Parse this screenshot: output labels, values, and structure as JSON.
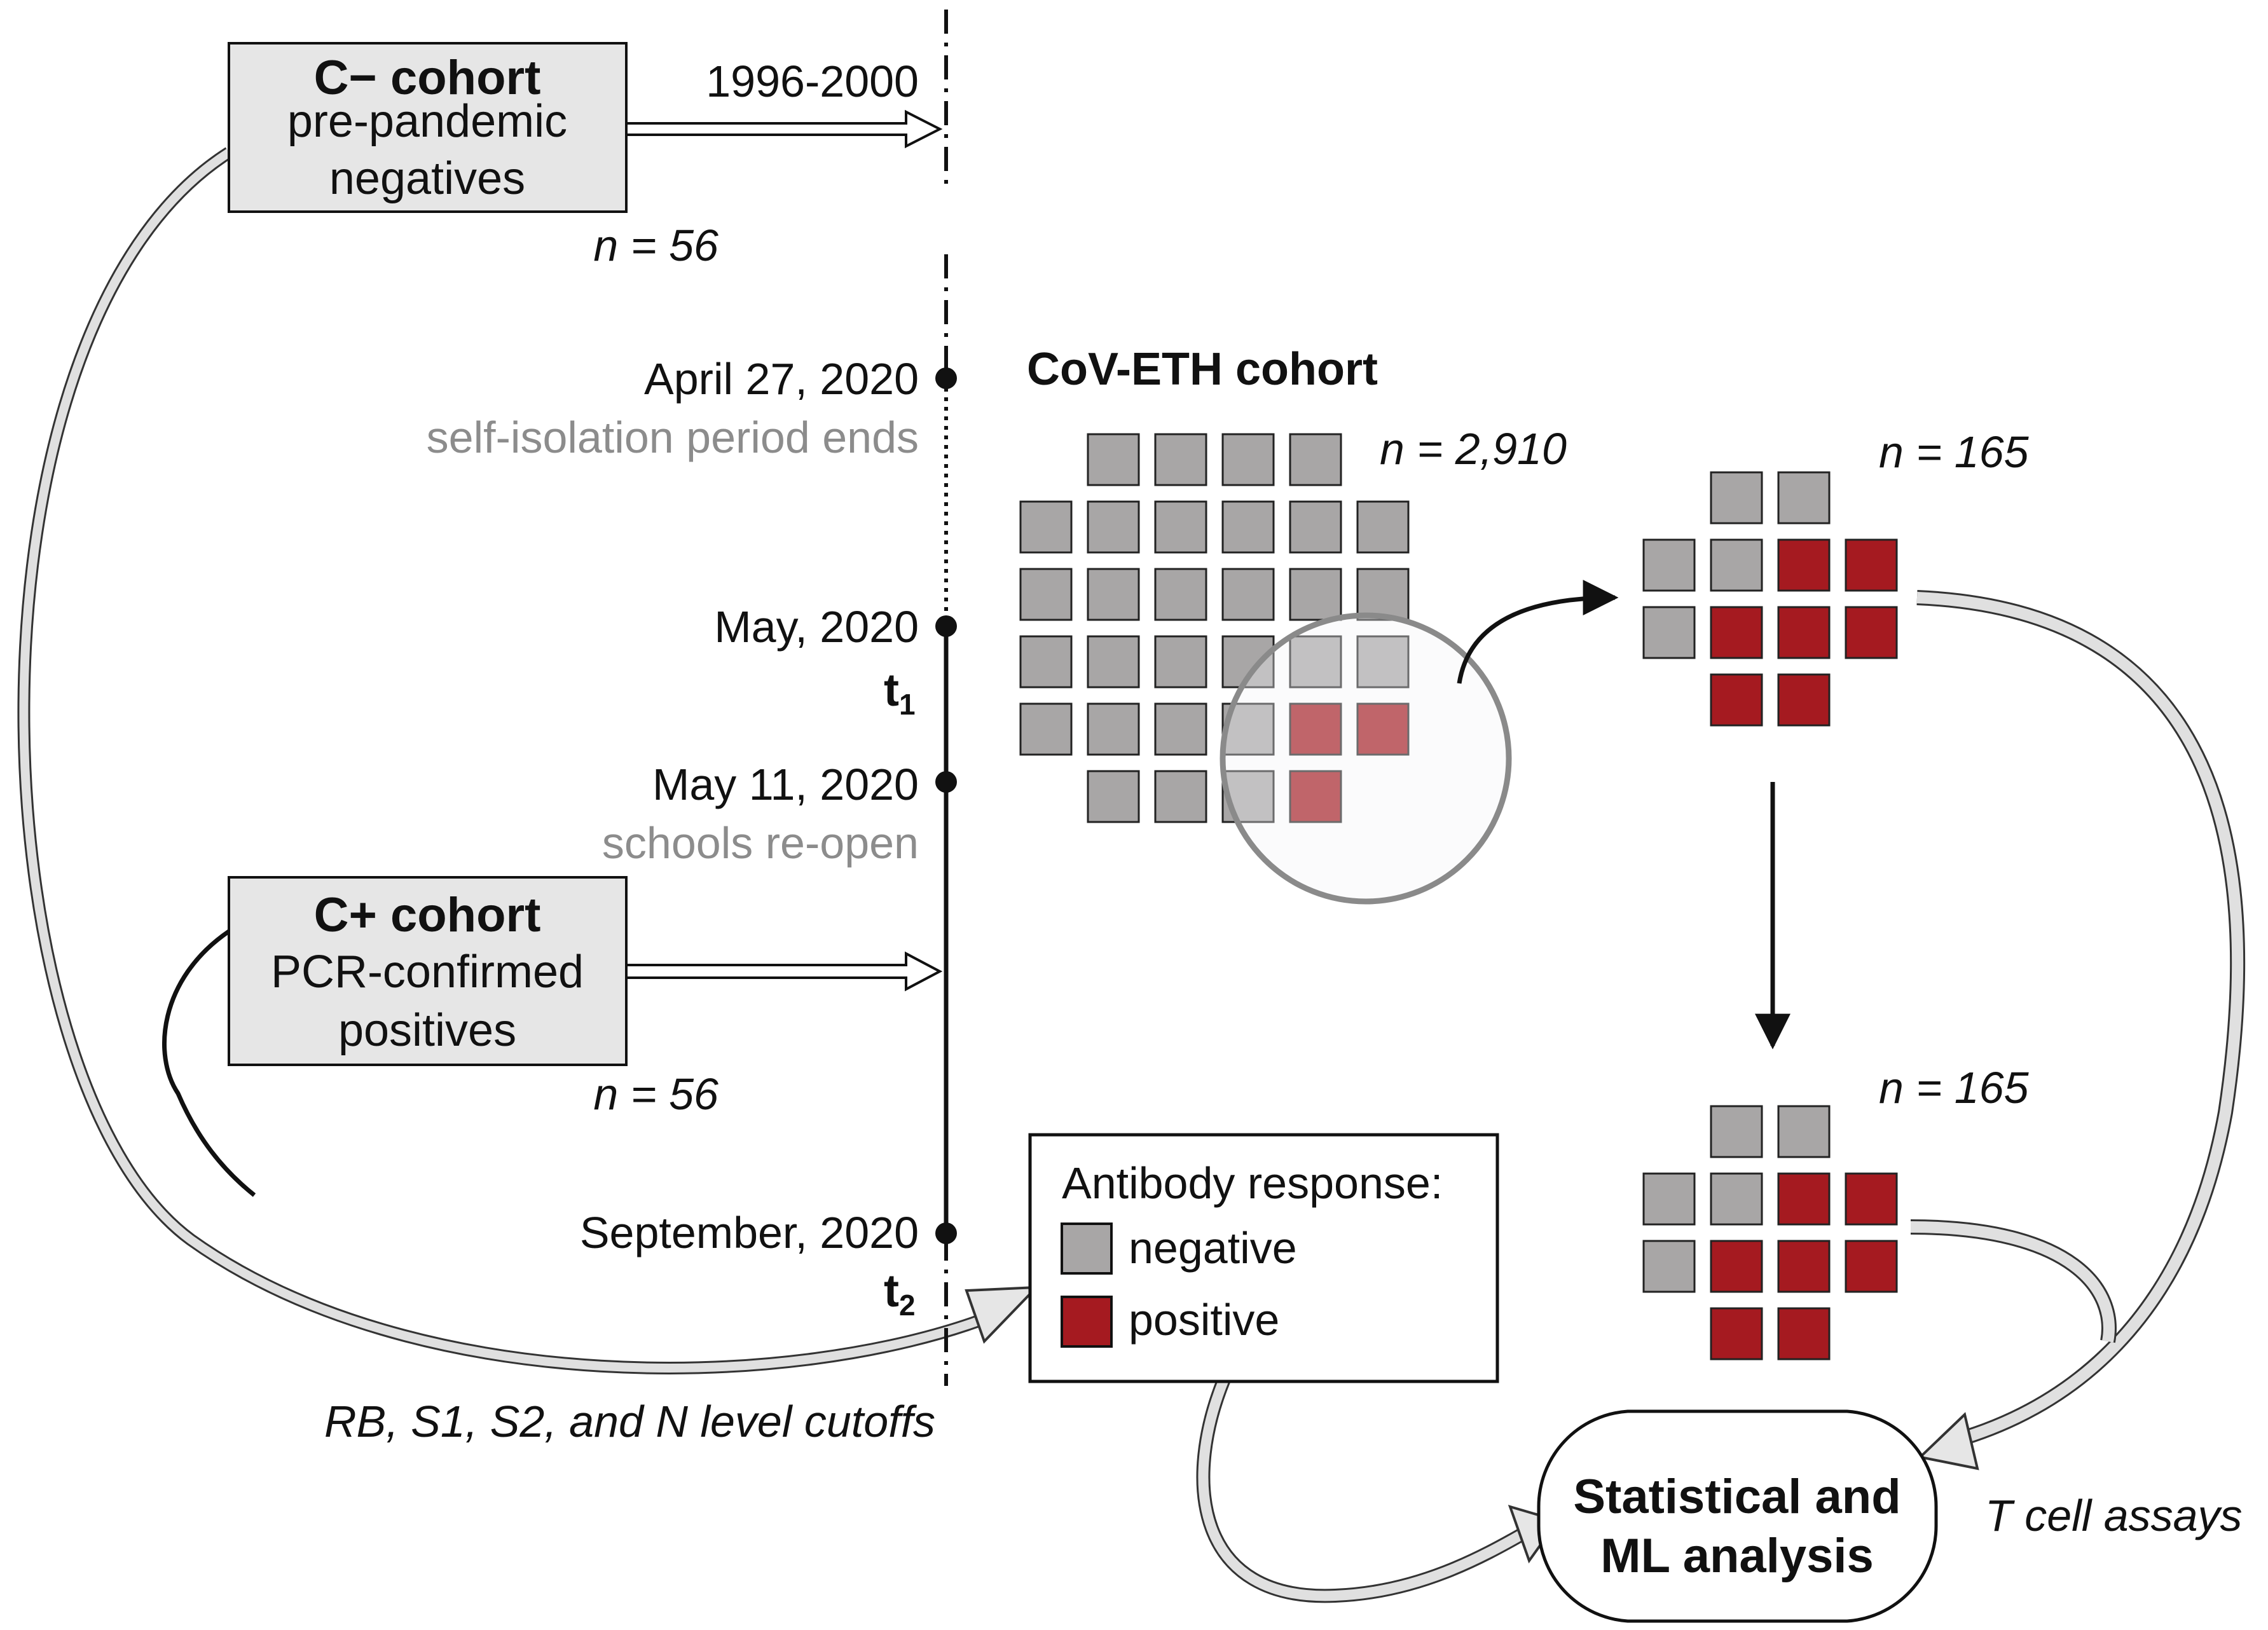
{
  "colors": {
    "negative": "#a8a6a6",
    "positive": "#a51a20",
    "box_fill": "#e6e6e6",
    "muted_text": "#8c8c8c"
  },
  "c_minus": {
    "title": "C− cohort",
    "line1": "pre-pandemic",
    "line2": "negatives",
    "n": "n = 56",
    "period": "1996-2000"
  },
  "c_plus": {
    "title": "C+ cohort",
    "line1": "PCR-confirmed",
    "line2": "positives",
    "n": "n = 56"
  },
  "timeline": {
    "april": "April 27, 2020",
    "april_note": "self-isolation period ends",
    "may": "May, 2020",
    "t1": "t",
    "t1_sub": "1",
    "may11": "May 11, 2020",
    "may11_note": "schools re-open",
    "september": "September, 2020",
    "t2": "t",
    "t2_sub": "2"
  },
  "coveth": {
    "title": "CoV-ETH cohort",
    "n_total": "n = 2,910",
    "n_subset": "n = 165",
    "n_subset2": "n = 165"
  },
  "legend": {
    "title": "Antibody response:",
    "negative": "negative",
    "positive": "positive"
  },
  "cutoffs": "RB, S1, S2, and N level cutoffs",
  "analysis": {
    "line1": "Statistical and",
    "line2": "ML analysis"
  },
  "tcell": "T cell assays",
  "grids": {
    "main_rows": [
      [
        "",
        "N",
        "N",
        "N",
        "N",
        ""
      ],
      [
        "N",
        "N",
        "N",
        "N",
        "N",
        "N"
      ],
      [
        "N",
        "N",
        "N",
        "N",
        "N",
        "N"
      ],
      [
        "N",
        "N",
        "N",
        "N",
        "N",
        "N"
      ],
      [
        "N",
        "N",
        "N",
        "N",
        "P",
        "P"
      ],
      [
        "",
        "N",
        "N",
        "N",
        "P",
        ""
      ]
    ],
    "subset_rows": [
      [
        "",
        "N",
        "N",
        ""
      ],
      [
        "N",
        "N",
        "P",
        "P"
      ],
      [
        "N",
        "P",
        "P",
        "P"
      ],
      [
        "",
        "P",
        "P",
        ""
      ]
    ]
  }
}
